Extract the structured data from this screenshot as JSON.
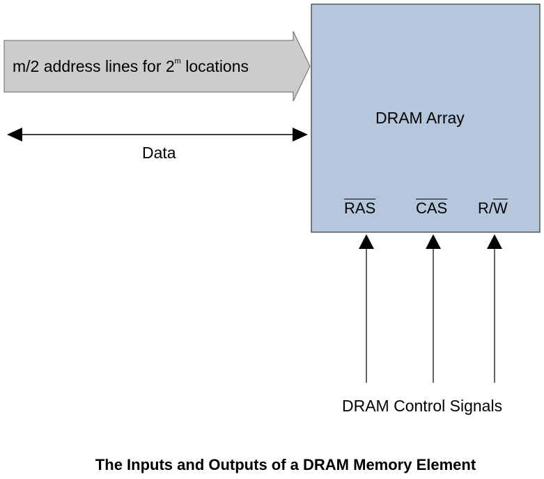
{
  "diagram": {
    "address": {
      "text_before": "m/2 address lines for 2",
      "superscript": "m",
      "text_after": " locations"
    },
    "data_label": "Data",
    "dram_block": {
      "title": "DRAM Array",
      "fill_color": "#b4c7dc"
    },
    "signals": {
      "ras": "RAS",
      "cas": "CAS",
      "rw_prefix": "R/",
      "rw_overbar": "W"
    },
    "control_label": "DRAM Control Signals",
    "caption": "The Inputs and Outputs of a DRAM Memory Element",
    "colors": {
      "address_arrow_fill": "#cccccc",
      "stroke": "#000000"
    }
  }
}
